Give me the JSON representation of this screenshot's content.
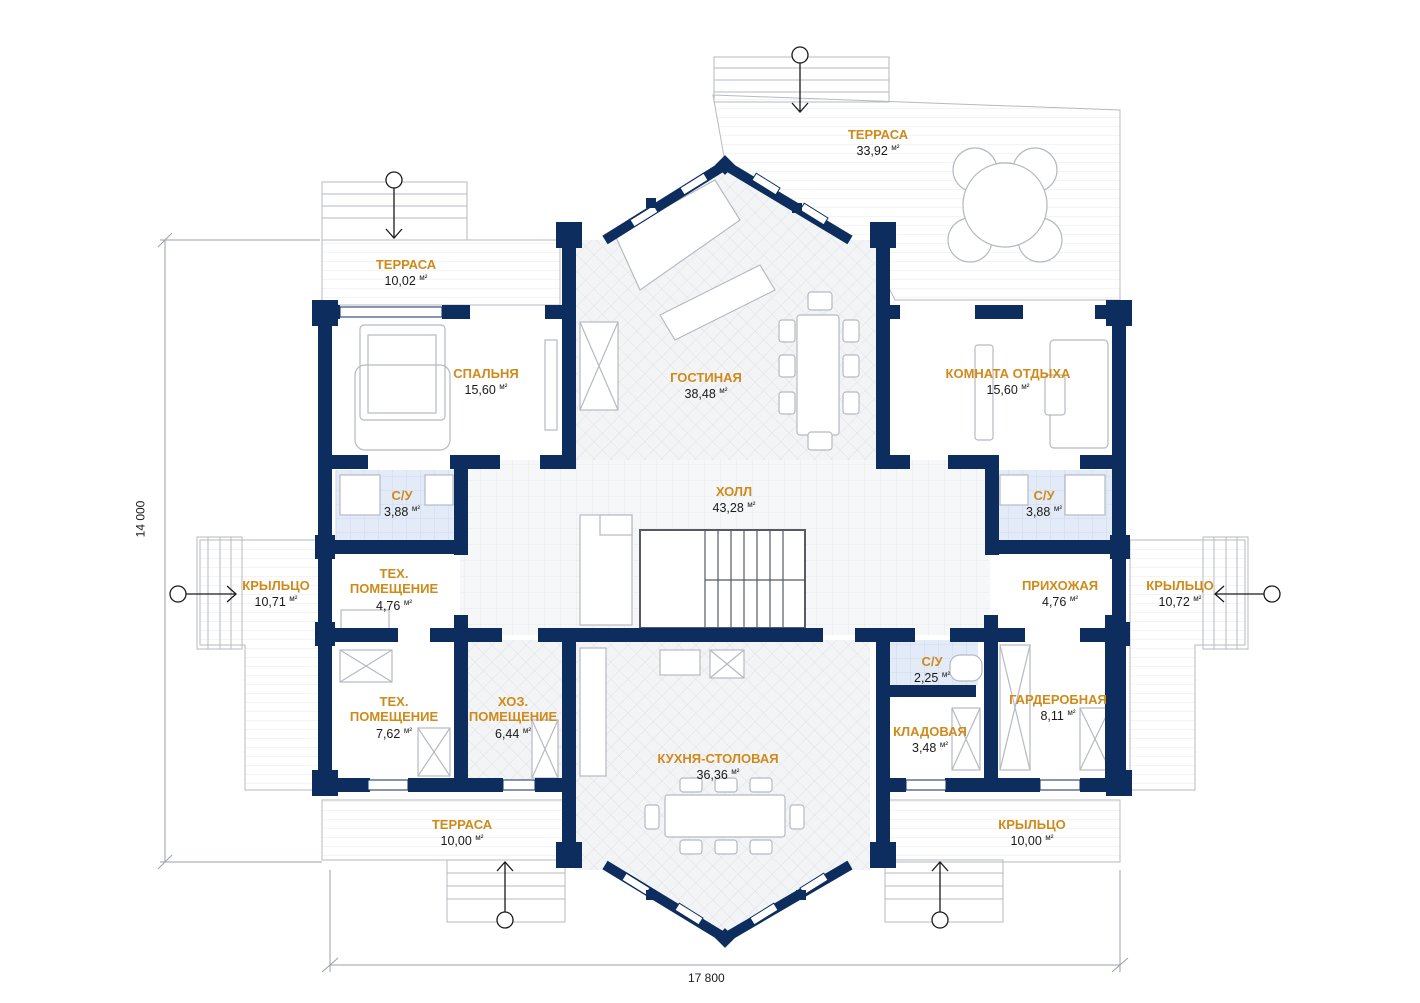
{
  "colors": {
    "wall": "#0c2d5e",
    "label": "#d08a1a",
    "tile": "#eef1f6",
    "bath": "#dfe8f7",
    "line": "#aab2bc"
  },
  "area_unit": "м²",
  "dimensions": {
    "width": "17 800",
    "height": "14 000"
  },
  "rooms": [
    {
      "id": "terrace-top",
      "name": "ТЕРРАСА",
      "area": "33,92"
    },
    {
      "id": "terrace-topleft",
      "name": "ТЕРРАСА",
      "area": "10,02"
    },
    {
      "id": "bedroom",
      "name": "СПАЛЬНЯ",
      "area": "15,60"
    },
    {
      "id": "living",
      "name": "ГОСТИНАЯ",
      "area": "38,48"
    },
    {
      "id": "lounge",
      "name": "КОМНАТА ОТДЫХА",
      "area": "15,60"
    },
    {
      "id": "bath-left",
      "name": "С/У",
      "area": "3,88"
    },
    {
      "id": "hall",
      "name": "ХОЛЛ",
      "area": "43,28"
    },
    {
      "id": "bath-right",
      "name": "С/У",
      "area": "3,88"
    },
    {
      "id": "porch-left",
      "name": "КРЫЛЬЦО",
      "area": "10,71"
    },
    {
      "id": "tech-1",
      "name": "ТЕХ. ПОМЕЩЕНИЕ",
      "area": "4,76"
    },
    {
      "id": "entry",
      "name": "ПРИХОЖАЯ",
      "area": "4,76"
    },
    {
      "id": "porch-right",
      "name": "КРЫЛЬЦО",
      "area": "10,72"
    },
    {
      "id": "bath-small",
      "name": "С/У",
      "area": "2,25"
    },
    {
      "id": "tech-2",
      "name": "ТЕХ. ПОМЕЩЕНИЕ",
      "area": "7,62"
    },
    {
      "id": "utility",
      "name": "ХОЗ. ПОМЕЩЕНИЕ",
      "area": "6,44"
    },
    {
      "id": "wardrobe",
      "name": "ГАРДЕРОБНАЯ",
      "area": "8,11"
    },
    {
      "id": "pantry",
      "name": "КЛАДОВАЯ",
      "area": "3,48"
    },
    {
      "id": "kitchen",
      "name": "КУХНЯ-СТОЛОВАЯ",
      "area": "36,36"
    },
    {
      "id": "terrace-bottom",
      "name": "ТЕРРАСА",
      "area": "10,00"
    },
    {
      "id": "porch-bottom",
      "name": "КРЫЛЬЦО",
      "area": "10,00"
    }
  ]
}
